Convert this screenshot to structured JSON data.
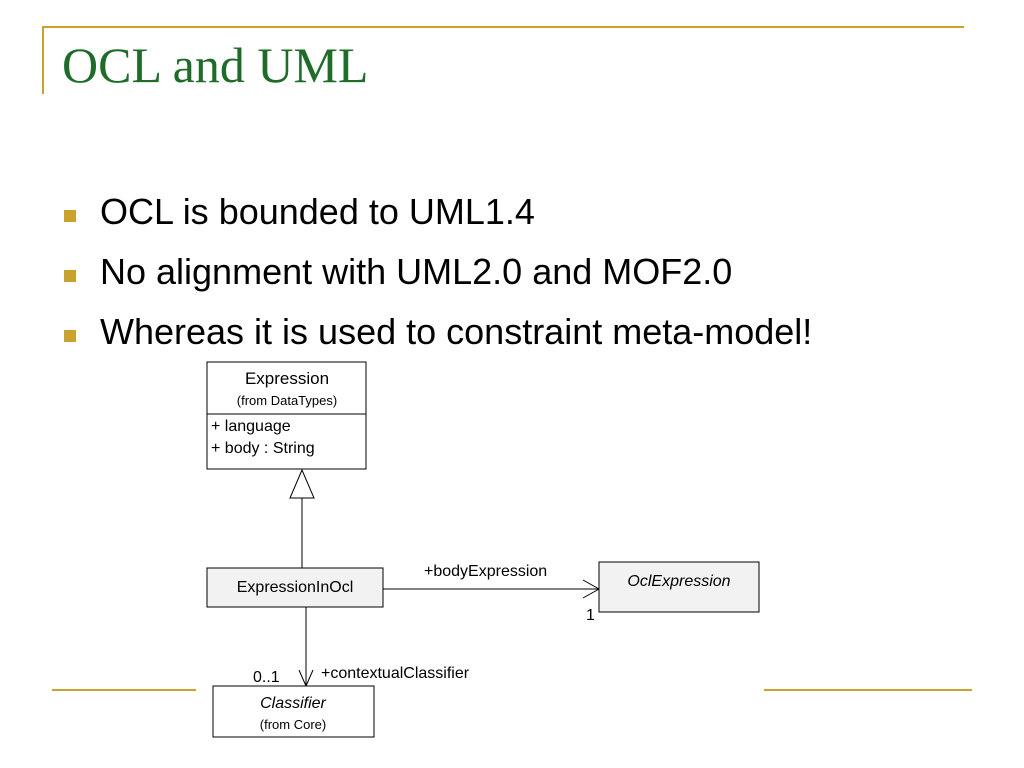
{
  "slide": {
    "title": "OCL and UML",
    "bullets": [
      "OCL is bounded to UML1.4",
      "No alignment with UML2.0 and MOF2.0",
      "Whereas it is used to constraint meta-model!"
    ],
    "accent_color": "#c8a22c",
    "title_color": "#1f6b2a"
  },
  "diagram": {
    "expression": {
      "name": "Expression",
      "package": "(from DataTypes)",
      "attributes": [
        "+ language",
        "+ body : String"
      ]
    },
    "expression_in_ocl": {
      "name": "ExpressionInOcl"
    },
    "ocl_expression": {
      "name": "OclExpression"
    },
    "classifier": {
      "name": "Classifier",
      "package": "(from Core)"
    },
    "body_role": "+bodyExpression",
    "body_multiplicity": "1",
    "context_role": "+contextualClassifier",
    "context_multiplicity": "0..1"
  }
}
